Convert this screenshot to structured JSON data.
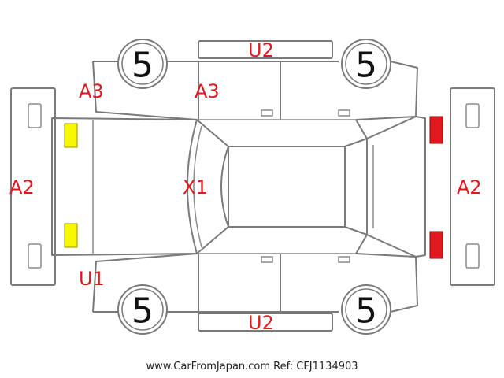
{
  "wheels": {
    "front_left": "5",
    "front_right": "5",
    "rear_left": "5",
    "rear_right": "5"
  },
  "damage_codes": {
    "top_door": "U2",
    "bottom_door": "U2",
    "front_left_fender": "A3",
    "front_left_door": "A3",
    "front_bumper": "A2",
    "rear_bumper": "A2",
    "windshield": "X1",
    "front_left_lower": "U1"
  },
  "marker_colors": {
    "yellow": "#f7f700",
    "red": "#e0191e",
    "code_text": "#e0191e"
  },
  "footer": "www.CarFromJapan.com Ref: CFJ1134903"
}
